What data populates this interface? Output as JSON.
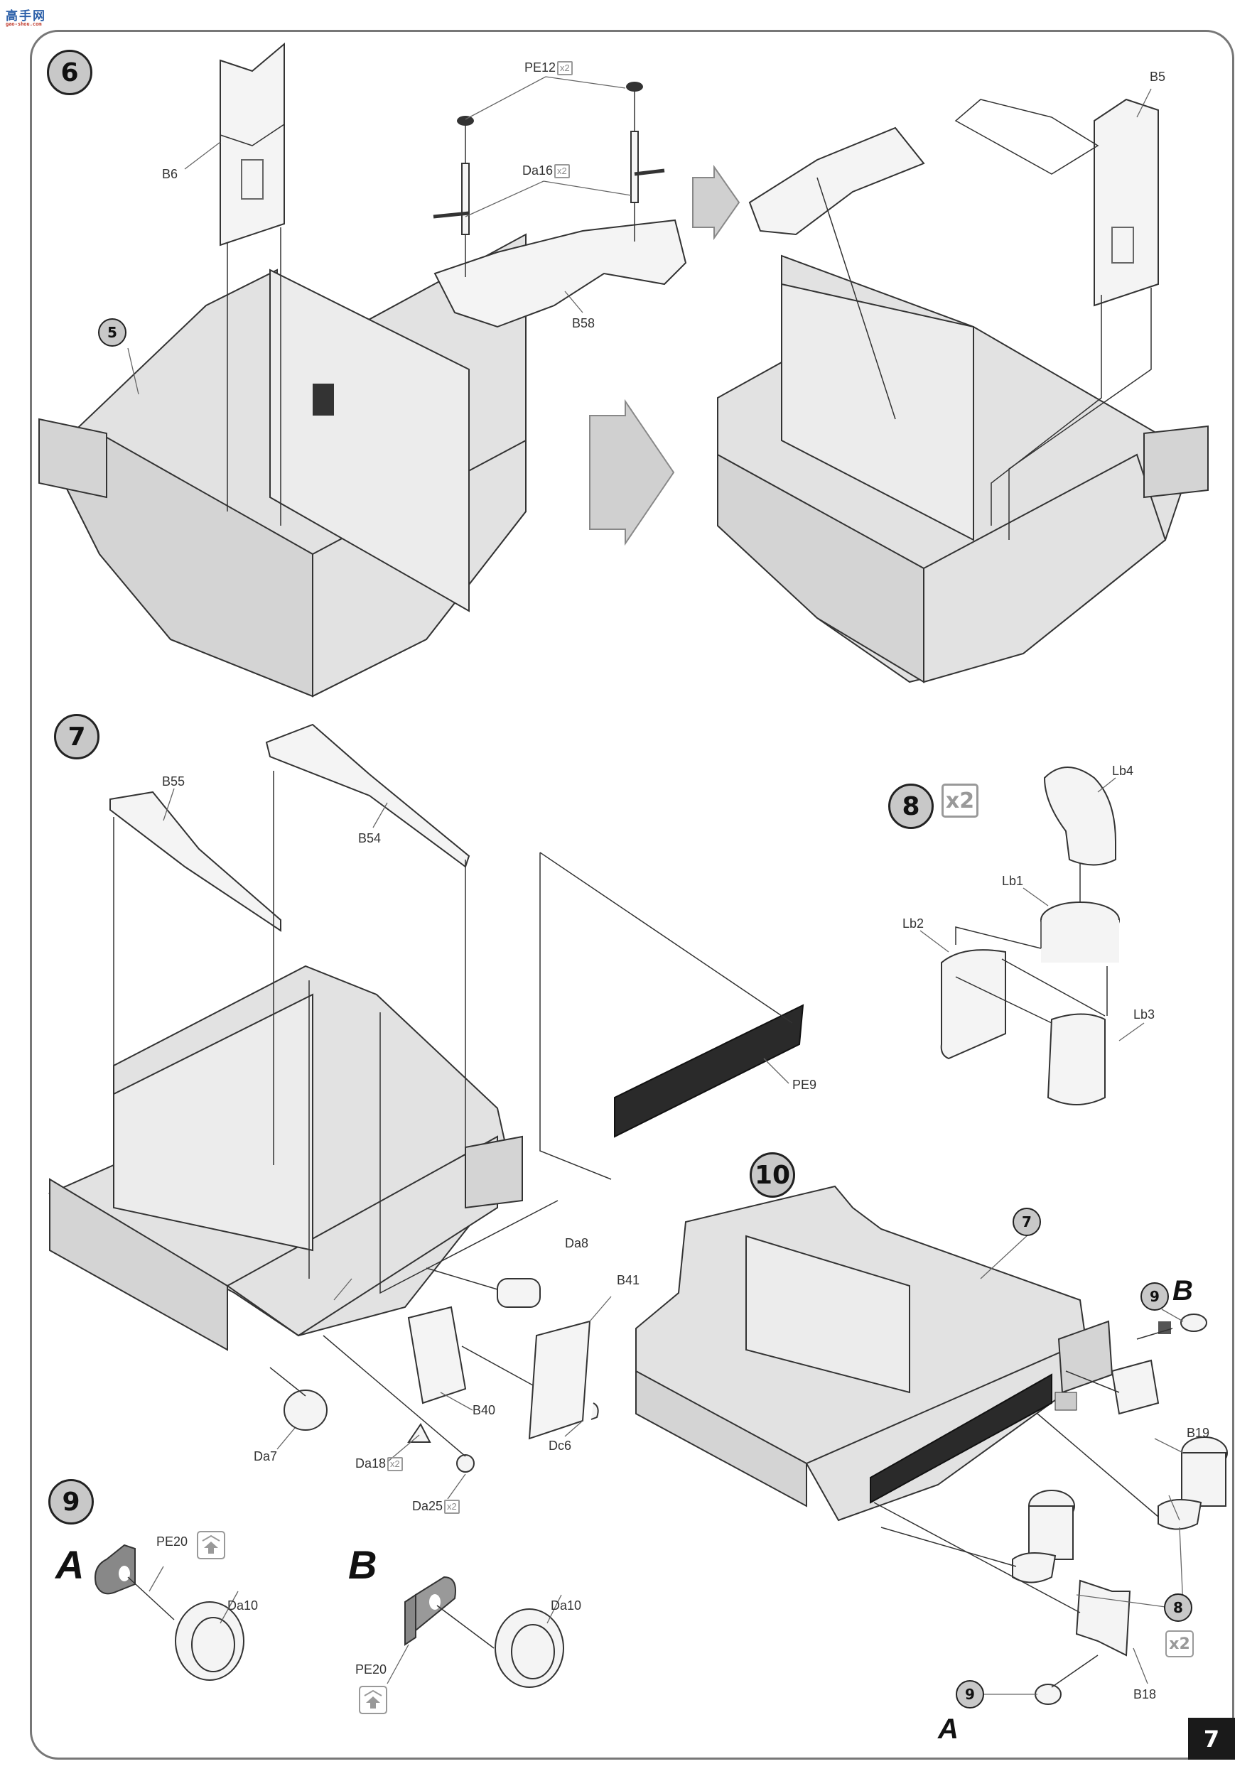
{
  "watermark": {
    "chinese": "高手网",
    "url": "gao-shou.com"
  },
  "page_number": "7",
  "steps": [
    {
      "number": "6",
      "parts": [
        {
          "label": "B6"
        },
        {
          "label": "PE12",
          "qty": "x2"
        },
        {
          "label": "Da16",
          "qty": "x2"
        },
        {
          "label": "B58"
        },
        {
          "label": "B5"
        }
      ],
      "references": [
        {
          "step": "5"
        }
      ]
    },
    {
      "number": "7",
      "parts": [
        {
          "label": "B55"
        },
        {
          "label": "B54"
        },
        {
          "label": "PE9"
        },
        {
          "label": "Da8"
        },
        {
          "label": "B41"
        },
        {
          "label": "B40"
        },
        {
          "label": "Da7"
        },
        {
          "label": "Da18",
          "qty": "x2"
        },
        {
          "label": "Dc6"
        },
        {
          "label": "Da25",
          "qty": "x2"
        }
      ]
    },
    {
      "number": "8",
      "quantity": "x2",
      "parts": [
        {
          "label": "Lb4"
        },
        {
          "label": "Lb1"
        },
        {
          "label": "Lb2"
        },
        {
          "label": "Lb3"
        }
      ]
    },
    {
      "number": "9",
      "variants": [
        {
          "letter": "A",
          "parts": [
            {
              "label": "PE20",
              "note": "bend-up"
            },
            {
              "label": "Da10"
            }
          ]
        },
        {
          "letter": "B",
          "parts": [
            {
              "label": "PE20",
              "note": "bend-up"
            },
            {
              "label": "Da10"
            }
          ]
        }
      ]
    },
    {
      "number": "10",
      "parts": [
        {
          "label": "B19"
        },
        {
          "label": "B18"
        }
      ],
      "references": [
        {
          "step": "7"
        },
        {
          "step": "9",
          "variant": "B"
        },
        {
          "step": "8",
          "qty": "x2"
        },
        {
          "step": "9",
          "variant": "A"
        }
      ]
    }
  ]
}
